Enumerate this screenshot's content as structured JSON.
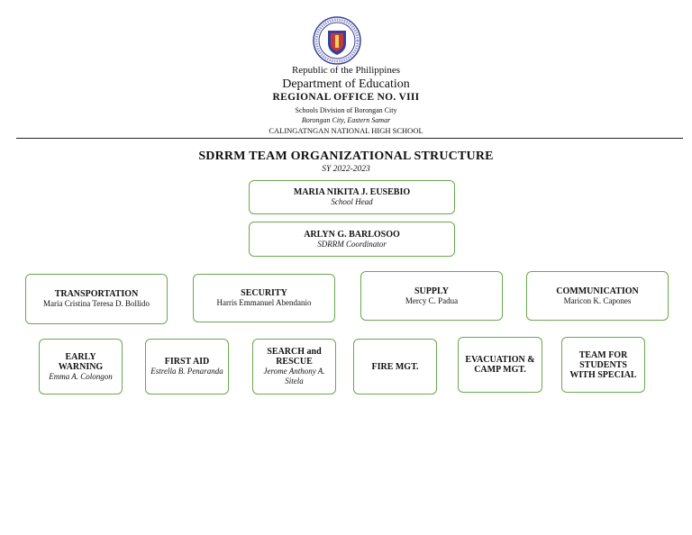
{
  "header": {
    "republic": "Republic of the Philippines",
    "department": "Department of Education",
    "region": "REGIONAL OFFICE NO. VIII",
    "division": "Schools Division of Borongan City",
    "location": "Borongan City, Eastern Samar",
    "school": "CALINGATNGAN NATIONAL HIGH SCHOOL"
  },
  "colors": {
    "box_border": "#6aa84f",
    "seal_blue": "#3b3f9a",
    "rule": "#222222"
  },
  "title": "SDRRM TEAM ORGANIZATIONAL STRUCTURE",
  "school_year": "SY 2022-2023",
  "head": {
    "name": "MARIA NIKITA J. EUSEBIO",
    "position": "School Head"
  },
  "coordinator": {
    "name": "ARLYN G. BARLOSOO",
    "position": "SDRRM Coordinator"
  },
  "tier2": [
    {
      "role": "TRANSPORTATION",
      "member": "Maria Cristina Teresa D. Bollido"
    },
    {
      "role": "SECURITY",
      "member": "Harris Emmanuel Abendanio"
    },
    {
      "role": "SUPPLY",
      "member": "Mercy C. Padua"
    },
    {
      "role": "COMMUNICATION",
      "member": "Maricon K. Capones"
    }
  ],
  "tier3": [
    {
      "role": "EARLY WARNING",
      "member": "Emma A. Colongon"
    },
    {
      "role": "FIRST AID",
      "member": "Estrella B. Penaranda"
    },
    {
      "role": "SEARCH and RESCUE",
      "member": "Jerome Anthony A. Sitela"
    },
    {
      "role": "FIRE MGT.",
      "member": ""
    },
    {
      "role": "EVACUATION & CAMP MGT.",
      "member": ""
    },
    {
      "role": "TEAM FOR STUDENTS WITH SPECIAL",
      "member": ""
    }
  ]
}
